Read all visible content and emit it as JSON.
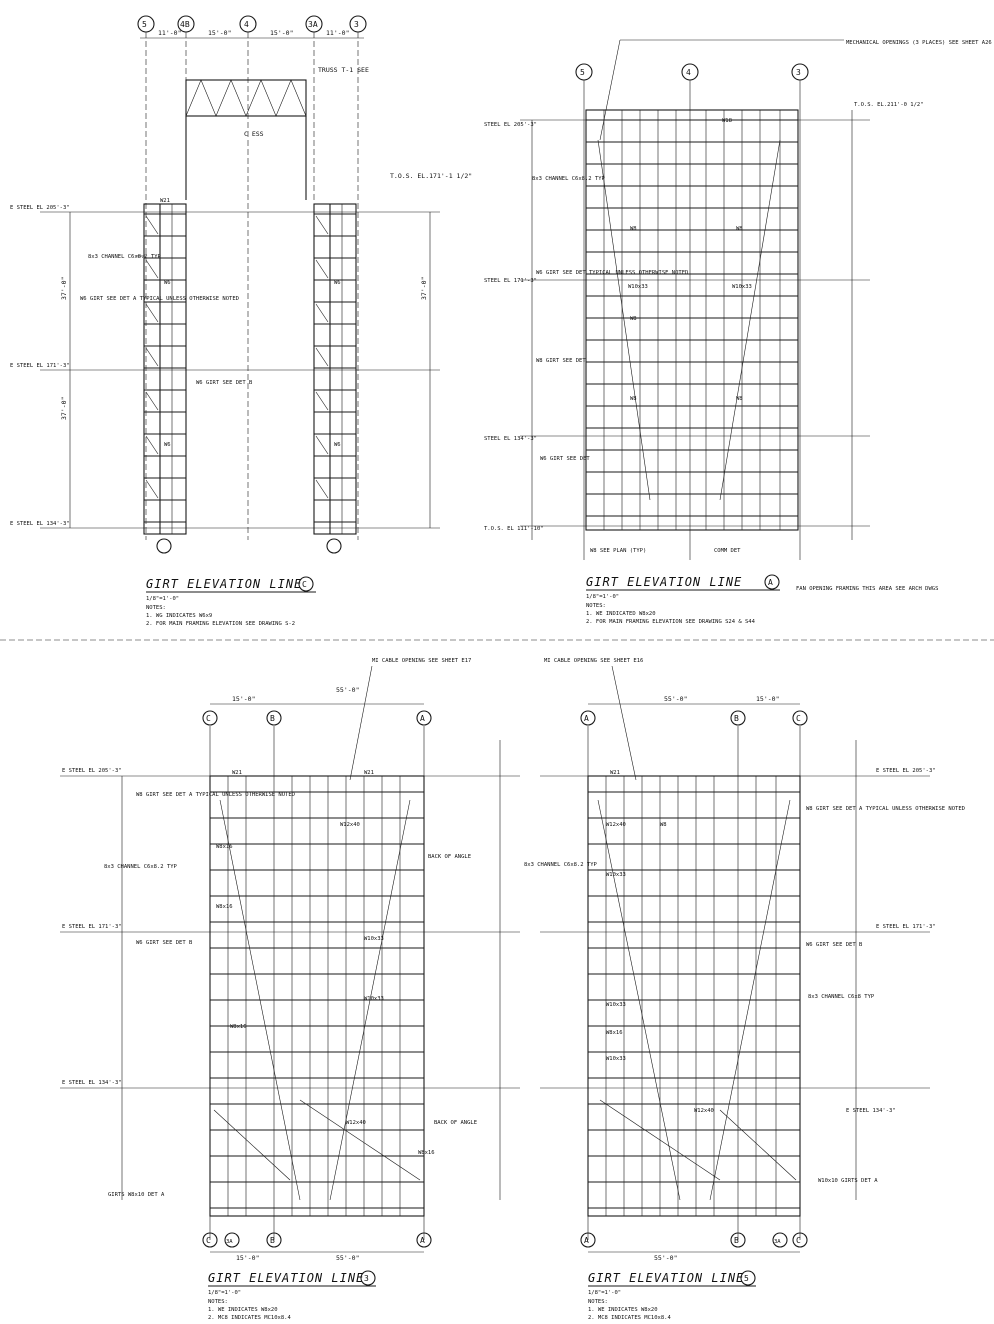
{
  "drawings": {
    "c": {
      "title": "GIRT ELEVATION LINE",
      "line_id": "C",
      "scale": "1/8\"=1'-0\"",
      "notes_label": "NOTES:",
      "notes": [
        "1. WG INDICATES W6x9",
        "2. FOR MAIN FRAMING ELEVATION SEE DRAWING S-2"
      ],
      "gridlines": [
        "5",
        "4B",
        "4",
        "3A",
        "3"
      ],
      "top_dims": [
        "11'-0\"",
        "15'-0\"",
        "15'-0\"",
        "11'-0\""
      ],
      "truss_label": "TRUSS T-1 SEE",
      "centerline": "C ESS",
      "tos": "T.O.S. EL.171'-1 1/2\"",
      "elevations": [
        "E STEEL EL 205'-3\"",
        "E STEEL EL 171'-3\"",
        "E STEEL EL 134'-3\""
      ],
      "side_dims": [
        "37'-0\"",
        "37'-0\"",
        "37'-0\""
      ],
      "callouts": [
        "8x3 CHANNEL C6x8.2 TYP",
        "W6 GIRT SEE DET A TYPICAL UNLESS OTHERWISE NOTED",
        "W6 GIRT SEE DET B"
      ],
      "girt_labels": [
        "W21",
        "W6",
        "W6",
        "W6",
        "W6"
      ]
    },
    "a": {
      "title": "GIRT ELEVATION LINE",
      "line_id": "A",
      "scale": "1/8\"=1'-0\"",
      "notes_label": "NOTES:",
      "notes": [
        "1. WE INDICATED W8x20",
        "2. FOR MAIN FRAMING ELEVATION SEE DRAWING S24 & S44"
      ],
      "gridlines": [
        "5",
        "4",
        "3"
      ],
      "mech": "MECHANICAL OPENINGS (3 PLACES) SEE SHEET A26",
      "tos": "T.O.S. EL.211'-0 1/2\"",
      "elevations": [
        "STEEL EL 205'-3\"",
        "STEEL EL 171'-3\"",
        "STEEL EL 134'-3\"",
        "T.O.S. EL 111'-10\""
      ],
      "callouts": [
        "8x3 CHANNEL C6x8.2 TYP",
        "W6 GIRT SEE DET TYPICAL UNLESS OTHERWISE NOTED",
        "W8 GIRT SEE DET",
        "W6 GIRT SEE DET",
        "W8 SEE PLAN (TYP)",
        "COMM DET",
        "FAN OPENING FRAMING THIS AREA SEE ARCH DWGS"
      ],
      "girt_labels": [
        "W18",
        "W8",
        "W8",
        "W8",
        "W10x33",
        "W10x33",
        "W8",
        "W8"
      ]
    },
    "b": {
      "title": "GIRT ELEVATION LINE",
      "line_id": "3",
      "scale": "1/8\"=1'-0\"",
      "notes_label": "NOTES:",
      "notes": [
        "1. WE INDICATES W8x20",
        "2. MC8 INDICATES MC10x8.4"
      ],
      "gridlines": [
        "C",
        "B",
        "A"
      ],
      "gridlines_bottom": [
        "C",
        "3A",
        "B",
        "A"
      ],
      "cable": "MI CABLE OPENING SEE SHEET E17",
      "top_dims": [
        "15'-0\"",
        "55'-0\""
      ],
      "bottom_dims": [
        "15'-0\"",
        "55'-0\""
      ],
      "elevations": [
        "E STEEL EL 205'-3\"",
        "E STEEL EL 171'-3\"",
        "E STEEL EL 134'-3\""
      ],
      "callouts": [
        "W8 GIRT SEE DET A TYPICAL UNLESS OTHERWISE NOTED",
        "8x3 CHANNEL C6x8.2 TYP",
        "W6 GIRT SEE DET B",
        "BACK OF ANGLE",
        "BACK OF ANGLE",
        "GIRTS W8x10 DET A"
      ],
      "girt_labels": [
        "W21",
        "W21",
        "W12x40",
        "W8x16",
        "W8x16",
        "W10x33",
        "W10x33",
        "W8x16",
        "W12x40",
        "W8x16"
      ]
    },
    "d": {
      "title": "GIRT ELEVATION LINE",
      "line_id": "5",
      "scale": "1/8\"=1'-0\"",
      "notes_label": "NOTES:",
      "notes": [
        "1. WE INDICATES W8x20",
        "2. MC8 INDICATES MC10x8.4"
      ],
      "gridlines": [
        "A",
        "B",
        "C"
      ],
      "gridlines_bottom": [
        "A",
        "B",
        "3A",
        "C"
      ],
      "cable": "MI CABLE OPENING SEE SHEET E16",
      "top_dims": [
        "55'-0\"",
        "15'-0\""
      ],
      "bottom_dims": [
        "55'-0\""
      ],
      "elevations": [
        "E STEEL EL 205'-3\"",
        "E STEEL EL 171'-3\"",
        "E STEEL 134'-3\""
      ],
      "callouts": [
        "W8 GIRT SEE DET A TYPICAL UNLESS OTHERWISE NOTED",
        "8x3 CHANNEL C6x8.2 TYP",
        "W6 GIRT SEE DET B",
        "8x3 CHANNEL C6x8 TYP",
        "W10x10 GIRTS DET A"
      ],
      "girt_labels": [
        "W21",
        "W12x40",
        "W8",
        "W10x33",
        "W10x33",
        "W8x16",
        "W12x40",
        "W10x33"
      ]
    }
  }
}
